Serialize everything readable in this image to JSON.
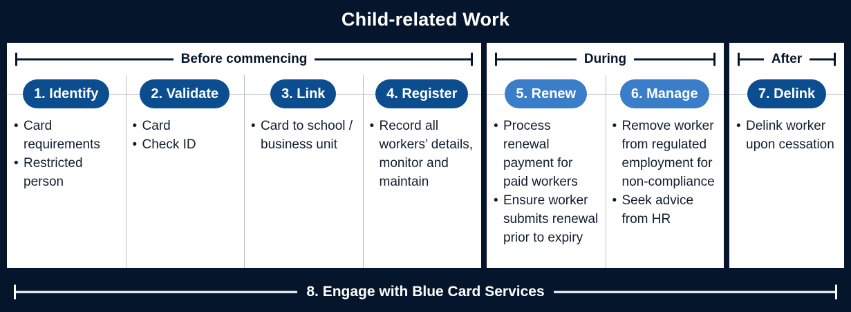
{
  "header": {
    "title": "Child-related Work",
    "background_color": "#05152b",
    "text_color": "#ffffff"
  },
  "colors": {
    "frame": "#05152b",
    "panel_background": "#ffffff",
    "pill_dark_blue": "#0b4d8f",
    "pill_light_blue": "#3a7dc9",
    "body_text": "#101d2e",
    "divider": "#b9bcc2"
  },
  "phases": [
    {
      "id": "before-commencing",
      "label": "Before commencing",
      "steps": [
        {
          "id": "identify",
          "pill_label": "1. Identify",
          "pill_style": "dark",
          "bullets": [
            "Card requirements",
            "Restricted person"
          ]
        },
        {
          "id": "validate",
          "pill_label": "2. Validate",
          "pill_style": "dark",
          "bullets": [
            "Card",
            "Check ID"
          ]
        },
        {
          "id": "link",
          "pill_label": "3. Link",
          "pill_style": "dark",
          "bullets": [
            "Card to school / business unit"
          ]
        },
        {
          "id": "register",
          "pill_label": "4. Register",
          "pill_style": "dark",
          "bullets": [
            "Record all workers’ details, monitor and maintain"
          ]
        }
      ]
    },
    {
      "id": "during",
      "label": "During",
      "steps": [
        {
          "id": "renew",
          "pill_label": "5. Renew",
          "pill_style": "light",
          "bullets": [
            "Process renewal payment for paid workers",
            "Ensure worker submits renewal prior to expiry"
          ]
        },
        {
          "id": "manage",
          "pill_label": "6. Manage",
          "pill_style": "light",
          "bullets": [
            "Remove worker from regulated employment for non-compliance",
            "Seek advice from HR"
          ]
        }
      ]
    },
    {
      "id": "after",
      "label": "After",
      "steps": [
        {
          "id": "delink",
          "pill_label": "7. Delink",
          "pill_style": "dark",
          "bullets": [
            "Delink worker upon cessation"
          ]
        }
      ]
    }
  ],
  "footer": {
    "label": "8. Engage with Blue Card Services"
  }
}
